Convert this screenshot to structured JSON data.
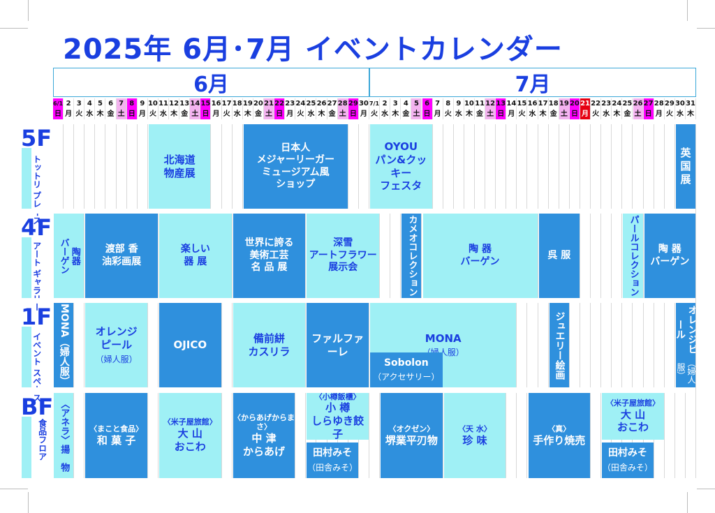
{
  "title": "2025年 6月･7月 イベントカレンダー",
  "months": {
    "june": "6月",
    "july": "7月"
  },
  "days": [
    {
      "n": "6/1",
      "w": "日",
      "t": "hol"
    },
    {
      "n": "2",
      "w": "月"
    },
    {
      "n": "3",
      "w": "火"
    },
    {
      "n": "4",
      "w": "水"
    },
    {
      "n": "5",
      "w": "木"
    },
    {
      "n": "6",
      "w": "金"
    },
    {
      "n": "7",
      "w": "土",
      "t": "sat"
    },
    {
      "n": "8",
      "w": "日",
      "t": "hol"
    },
    {
      "n": "9",
      "w": "月"
    },
    {
      "n": "10",
      "w": "火"
    },
    {
      "n": "11",
      "w": "水"
    },
    {
      "n": "12",
      "w": "木"
    },
    {
      "n": "13",
      "w": "金"
    },
    {
      "n": "14",
      "w": "土",
      "t": "sat"
    },
    {
      "n": "15",
      "w": "日",
      "t": "hol"
    },
    {
      "n": "16",
      "w": "月"
    },
    {
      "n": "17",
      "w": "火"
    },
    {
      "n": "18",
      "w": "水"
    },
    {
      "n": "19",
      "w": "木"
    },
    {
      "n": "20",
      "w": "金"
    },
    {
      "n": "21",
      "w": "土",
      "t": "sat"
    },
    {
      "n": "22",
      "w": "日",
      "t": "hol"
    },
    {
      "n": "23",
      "w": "月"
    },
    {
      "n": "24",
      "w": "火"
    },
    {
      "n": "25",
      "w": "水"
    },
    {
      "n": "26",
      "w": "木"
    },
    {
      "n": "27",
      "w": "金"
    },
    {
      "n": "28",
      "w": "土",
      "t": "sat"
    },
    {
      "n": "29",
      "w": "日",
      "t": "hol"
    },
    {
      "n": "30",
      "w": "月"
    },
    {
      "n": "7/1",
      "w": "火"
    },
    {
      "n": "2",
      "w": "水"
    },
    {
      "n": "3",
      "w": "木"
    },
    {
      "n": "4",
      "w": "金"
    },
    {
      "n": "5",
      "w": "土",
      "t": "sat"
    },
    {
      "n": "6",
      "w": "日",
      "t": "hol"
    },
    {
      "n": "7",
      "w": "月"
    },
    {
      "n": "8",
      "w": "火"
    },
    {
      "n": "9",
      "w": "水"
    },
    {
      "n": "10",
      "w": "木"
    },
    {
      "n": "11",
      "w": "金"
    },
    {
      "n": "12",
      "w": "土",
      "t": "sat"
    },
    {
      "n": "13",
      "w": "日",
      "t": "hol"
    },
    {
      "n": "14",
      "w": "月"
    },
    {
      "n": "15",
      "w": "火"
    },
    {
      "n": "16",
      "w": "水"
    },
    {
      "n": "17",
      "w": "木"
    },
    {
      "n": "18",
      "w": "金"
    },
    {
      "n": "19",
      "w": "土",
      "t": "sat"
    },
    {
      "n": "20",
      "w": "日",
      "t": "hol"
    },
    {
      "n": "21",
      "w": "月",
      "t": "red"
    },
    {
      "n": "22",
      "w": "火"
    },
    {
      "n": "23",
      "w": "水"
    },
    {
      "n": "24",
      "w": "木"
    },
    {
      "n": "25",
      "w": "金"
    },
    {
      "n": "26",
      "w": "土",
      "t": "sat"
    },
    {
      "n": "27",
      "w": "日",
      "t": "hol"
    },
    {
      "n": "28",
      "w": "月"
    },
    {
      "n": "29",
      "w": "火"
    },
    {
      "n": "30",
      "w": "水"
    },
    {
      "n": "31",
      "w": "木"
    }
  ],
  "floors": [
    {
      "label": "5F",
      "name": "トットリ\nプレイス"
    },
    {
      "label": "4F",
      "name": "アート\nギャラリー"
    },
    {
      "label": "1F",
      "name": "イベント\nスペース"
    },
    {
      "label": "BF",
      "name": "食品フロア"
    }
  ],
  "events": {
    "f5": [
      {
        "text": "北海道\n物産展",
        "s": 10,
        "e": 15,
        "style": "light"
      },
      {
        "text": "日本人\nメジャーリーガー\nミュージアム風\nショップ",
        "s": 19,
        "e": 28,
        "style": "dark"
      },
      {
        "text": "OYOU\nパン&クッキー\nフェスタ",
        "s": 31,
        "e": 36,
        "style": "light"
      },
      {
        "text": "英\n国\n展",
        "s": 60,
        "e": 61,
        "style": "dark"
      }
    ],
    "f4": [
      {
        "text": "陶器\nバーゲン",
        "s": 1,
        "e": 3,
        "style": "light",
        "vert": true
      },
      {
        "text": "渡部 香\n油彩画展",
        "s": 4,
        "e": 10,
        "style": "dark"
      },
      {
        "text": "楽しい\n器 展",
        "s": 11,
        "e": 17,
        "style": "light"
      },
      {
        "text": "世界に誇る\n美術工芸\n名 品 展",
        "s": 18,
        "e": 24,
        "style": "dark"
      },
      {
        "text": "深雪\nアートフラワー\n展示会",
        "s": 25,
        "e": 31,
        "style": "light"
      },
      {
        "text": "カメオコレクション",
        "s": 34,
        "e": 35,
        "style": "dark",
        "vert": true
      },
      {
        "text": "陶 器\nバーゲン",
        "s": 36,
        "e": 46,
        "style": "light"
      },
      {
        "text": "呉 服",
        "s": 47,
        "e": 50,
        "style": "dark"
      },
      {
        "text": "パールコレクション",
        "s": 55,
        "e": 56,
        "style": "light",
        "vert": true
      },
      {
        "text": "陶 器\nバーゲン",
        "s": 57,
        "e": 61,
        "style": "dark"
      }
    ],
    "f1": [
      {
        "text": "MONA（婦人服）",
        "s": 1,
        "e": 2,
        "style": "dark",
        "vert": true
      },
      {
        "text": "オレンジ\nピール",
        "sub": "（婦人服）",
        "s": 4,
        "e": 9,
        "style": "light"
      },
      {
        "text": "OJICO",
        "s": 11,
        "e": 16,
        "style": "dark"
      },
      {
        "text": "備前絣\nカスリラ",
        "s": 18,
        "e": 24,
        "style": "light"
      },
      {
        "text": "ファルファーレ",
        "s": 25,
        "e": 30,
        "style": "dark"
      },
      {
        "text": "MONA",
        "sub": "（婦人服）",
        "s": 31,
        "e": 44,
        "style": "light"
      },
      {
        "text": "ジュエリー絵画",
        "s": 48,
        "e": 49,
        "style": "dark",
        "vert": true
      },
      {
        "text": "オレンジピール",
        "sub": "（婦人服）",
        "s": 60,
        "e": 61,
        "style": "dark",
        "vert": true
      }
    ],
    "f1sub": [
      {
        "text": "Sobolon",
        "sub": "（アクセサリー）",
        "s": 31,
        "e": 37,
        "style": "dark"
      }
    ],
    "bf": [
      {
        "text": "〈アネラ〉揚　物",
        "s": 1,
        "e": 2,
        "style": "light",
        "vert": true
      },
      {
        "text": "〈まこと食品〉",
        "main": "和 菓 子",
        "s": 4,
        "e": 9,
        "style": "dark"
      },
      {
        "text": "〈米子屋旅館〉",
        "main": "大 山\nおこわ",
        "s": 11,
        "e": 16,
        "style": "light"
      },
      {
        "text": "〈からあげからまさ〉",
        "main": "中 津\nからあげ",
        "s": 18,
        "e": 23,
        "style": "dark"
      },
      {
        "text": "〈小樽飯櫃〉",
        "main": "小 樽\nしらゆき餃子",
        "s": 25,
        "e": 30,
        "style": "light",
        "h": 0.55
      },
      {
        "text": "〈オクゼン〉",
        "main": "堺業平刃物",
        "s": 32,
        "e": 37,
        "style": "dark"
      },
      {
        "text": "〈天 水〉",
        "main": "珍 味",
        "s": 38,
        "e": 43,
        "style": "light"
      },
      {
        "text": "〈真〉",
        "main": "手作り焼売",
        "s": 46,
        "e": 51,
        "style": "dark"
      },
      {
        "text": "〈米子屋旅館〉",
        "main": "大 山\nおこわ",
        "s": 53,
        "e": 58,
        "style": "light",
        "h": 0.55
      }
    ],
    "bfsub": [
      {
        "text": "田村みそ",
        "sub": "（田舎みそ）",
        "s": 25,
        "e": 29,
        "style": "dark"
      },
      {
        "text": "田村みそ",
        "sub": "（田舎みそ）",
        "s": 53,
        "e": 57,
        "style": "dark"
      }
    ]
  }
}
